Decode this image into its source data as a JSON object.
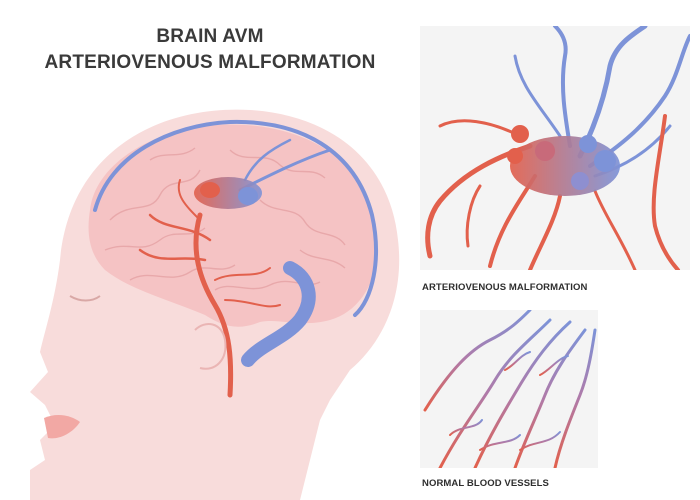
{
  "title": {
    "line1": "BRAIN AVM",
    "line2": "ARTERIOVENOUS MALFORMATION"
  },
  "captions": {
    "avm": "ARTERIOVENOUS MALFORMATION",
    "normal": "NORMAL BLOOD VESSELS"
  },
  "colors": {
    "artery": "#e2604c",
    "vein": "#7d93d8",
    "brain": "#f5c3c4",
    "skin": "#f8dcdb",
    "panel_bg": "#f4f4f4"
  }
}
